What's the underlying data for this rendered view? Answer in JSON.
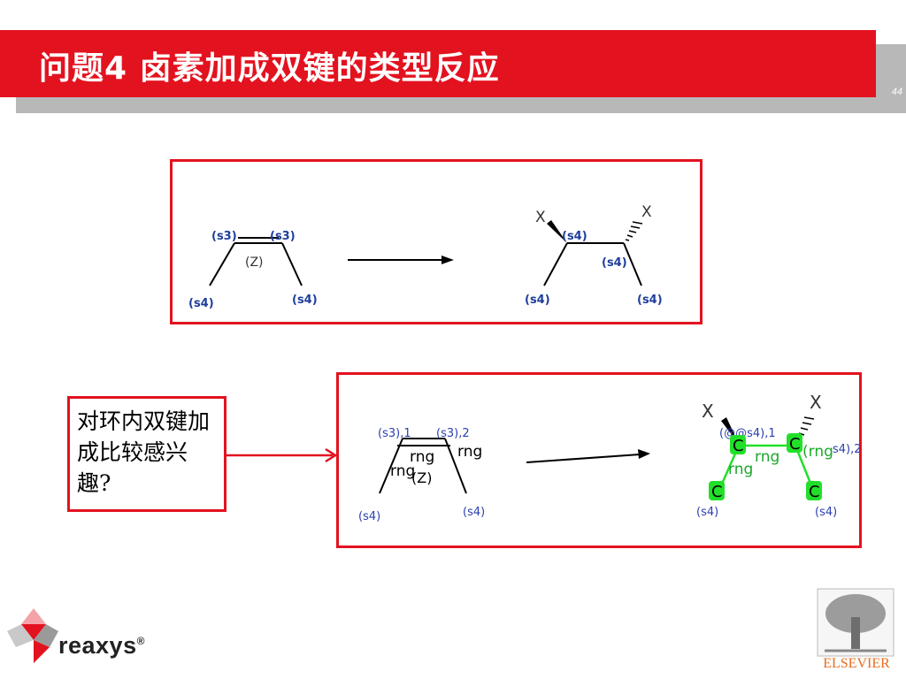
{
  "header": {
    "title": "问题4  卤素加成双键的类型反应",
    "page_number": "44"
  },
  "top_reaction": {
    "reactant_labels": [
      "(s3)",
      "(s3)",
      "(Z)",
      "(s4)",
      "(s4)"
    ],
    "product_labels": [
      "X",
      "(s4)",
      "X",
      "(s4)",
      "(s4)",
      "(s4)"
    ]
  },
  "note": {
    "text": "对环内双键加成比较感兴趣?"
  },
  "bottom_reaction": {
    "reactant_labels": [
      "(s3),1",
      "(s3),2",
      "rng",
      "rng",
      "rng",
      "(Z)",
      "(s4)",
      "(s4)"
    ],
    "product_labels": [
      "X",
      "X",
      "(@@s4),1",
      "C",
      "C",
      "rng",
      "(rng",
      "s4),2",
      "rng",
      "C",
      "C",
      "(s4)",
      "(s4)"
    ]
  },
  "logos": {
    "left": "reaxys",
    "left_mark": "®",
    "right": "ELSEVIER"
  },
  "colors": {
    "accent_red": "#e3121f",
    "bar_gray": "#b8b8b8",
    "label_blue": "#1f3e9c",
    "highlight_green": "#22e02a"
  }
}
